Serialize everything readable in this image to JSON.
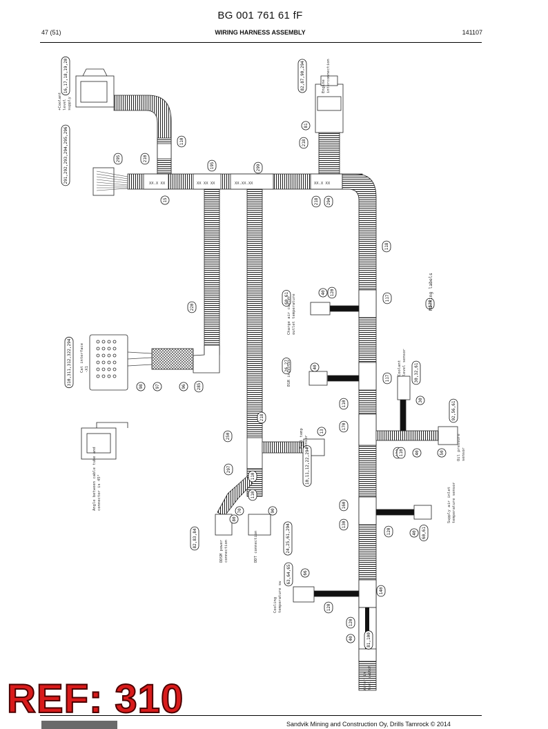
{
  "header": {
    "document_number": "BG 001 761 61 fF",
    "page": "47 (51)",
    "title": "WIRING HARNESS ASSEMBLY",
    "date": "141107"
  },
  "ref_label": "REF: 310",
  "footer": {
    "company": "Sandvik Mining and Construction Oy, Drills Tamrock © 2014"
  },
  "part_callouts": [
    "16,17,18,19,20",
    "291,292,293,294,295,296",
    "82,87,90,294",
    "81",
    "218",
    "110",
    "210",
    "295",
    "15",
    "195",
    "299",
    "218",
    "294",
    "118",
    "220",
    "310,311,312,322,294",
    "98",
    "97",
    "96",
    "285",
    "60,61",
    "40",
    "120",
    "117",
    "524",
    "26,27",
    "40",
    "117",
    "30,32,61",
    "30",
    "218",
    "110",
    "170",
    "92,56,61",
    "120",
    "110",
    "40",
    "50",
    "250",
    "13",
    "10,11,12,22,294",
    "297",
    "110",
    "110",
    "80",
    "70",
    "90",
    "82,83,84",
    "24,25,61,294",
    "160",
    "130",
    "120",
    "40",
    "60,61",
    "63,64,65",
    "66",
    "140",
    "120",
    "120",
    "40",
    "81,100"
  ],
  "annotations": {
    "marking_labels": "Marking labels",
    "cat_interface": "Cat interface\n-X1",
    "angle_note": "Angle between cable tube and\nconnector is 45°",
    "charge_air": "Charge air cooler\noutlet temperature",
    "egr": "EGR injector",
    "coolant": "Coolant\nlevel sensor",
    "supply_air": "Supply air inlet\ntemperature sensor",
    "oil_pressure": "Oil pressure\nsensor",
    "fuel_temp": "Fuel temp\nsensor",
    "ddsm": "DDSM power\nconnection",
    "ddt": "DDT connection",
    "cooling": "Cooling\ntemperature sw",
    "water_in_fuel": "Water in\nfuel switch",
    "plus_supply": "+Coolant\nlevel\nsupply",
    "top_connector": "Engine\ninterconnection"
  }
}
